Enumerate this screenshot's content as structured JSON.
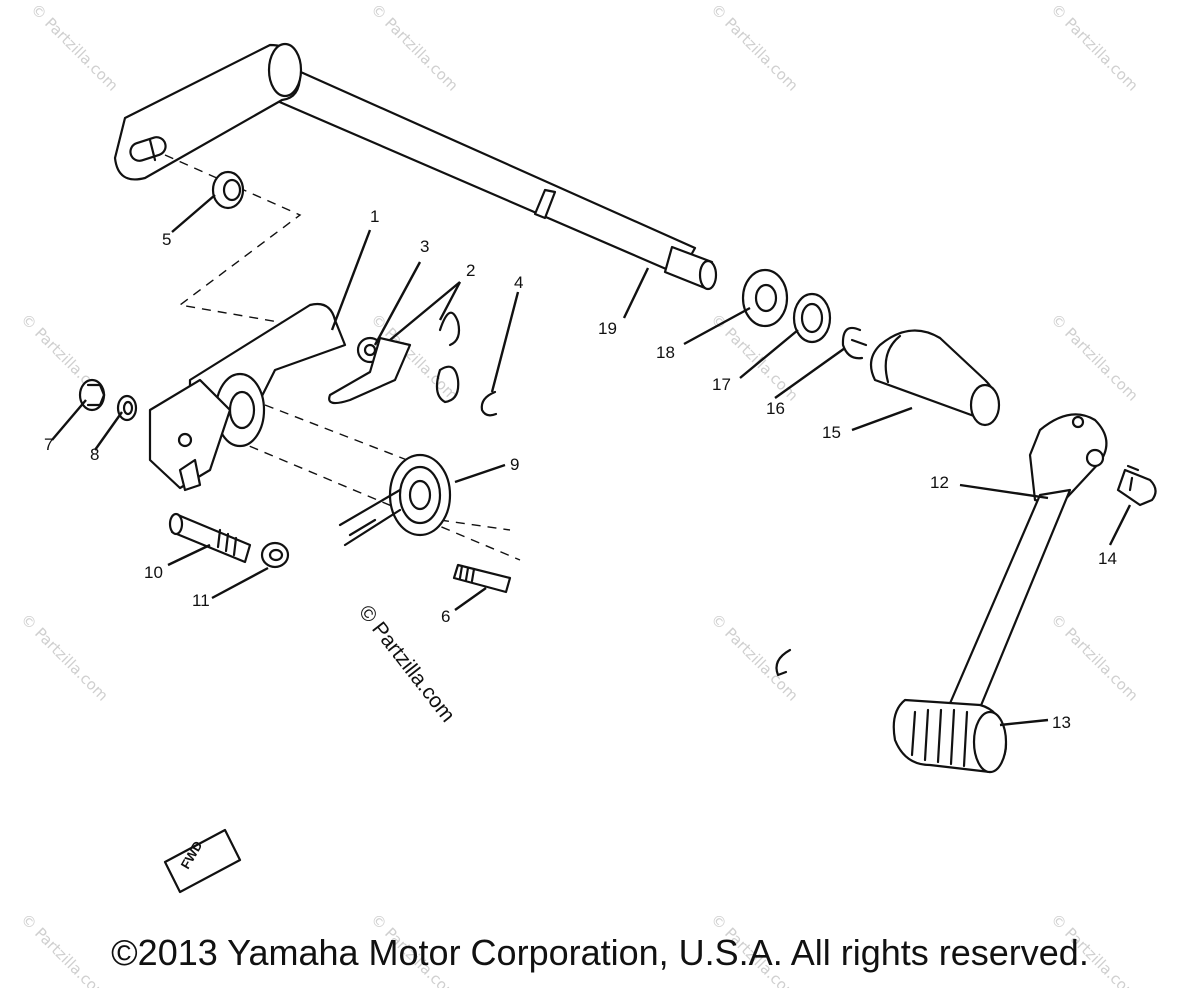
{
  "watermark": "© Partzilla.com",
  "center_watermark": "© Partzilla.com",
  "fwd_label": "FWD",
  "copyright": "©2013 Yamaha Motor Corporation, U.S.A. All rights reserved.",
  "callouts": {
    "c1": "1",
    "c2": "2",
    "c3": "3",
    "c4": "4",
    "c5": "5",
    "c6": "6",
    "c7": "7",
    "c8": "8",
    "c9": "9",
    "c10": "10",
    "c11": "11",
    "c12": "12",
    "c13": "13",
    "c14": "14",
    "c15": "15",
    "c16": "16",
    "c17": "17",
    "c18": "18",
    "c19": "19"
  }
}
